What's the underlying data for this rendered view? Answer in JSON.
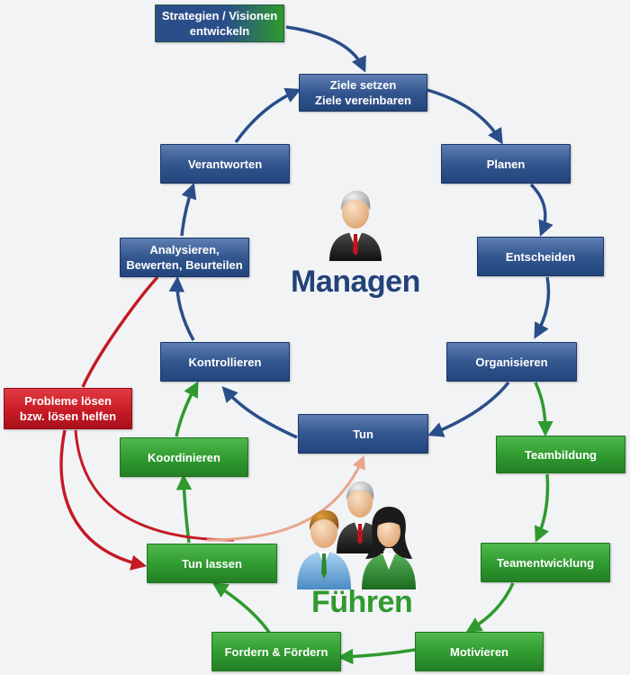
{
  "diagram": {
    "title_manage": "Managen",
    "title_lead": "Führen",
    "nodes": {
      "strategien": "Strategien / Visionen\nentwickeln",
      "ziele": "Ziele setzen\nZiele vereinbaren",
      "planen": "Planen",
      "entscheiden": "Entscheiden",
      "organisieren": "Organisieren",
      "tun": "Tun",
      "kontrollieren": "Kontrollieren",
      "analysieren": "Analysieren,\nBewerten, Beurteilen",
      "verantworten": "Verantworten",
      "probleme": "Probleme lösen\nbzw. lösen helfen",
      "koordinieren": "Koordinieren",
      "teambildung": "Teambildung",
      "teamentwicklung": "Teamentwicklung",
      "motivieren": "Motivieren",
      "fordern": "Fordern & Fördern",
      "tun_lassen": "Tun lassen"
    },
    "colors": {
      "manage": "#2a4e89",
      "lead": "#2f9a2f",
      "problem": "#c51a24",
      "feedback": "#e8a58a"
    }
  }
}
